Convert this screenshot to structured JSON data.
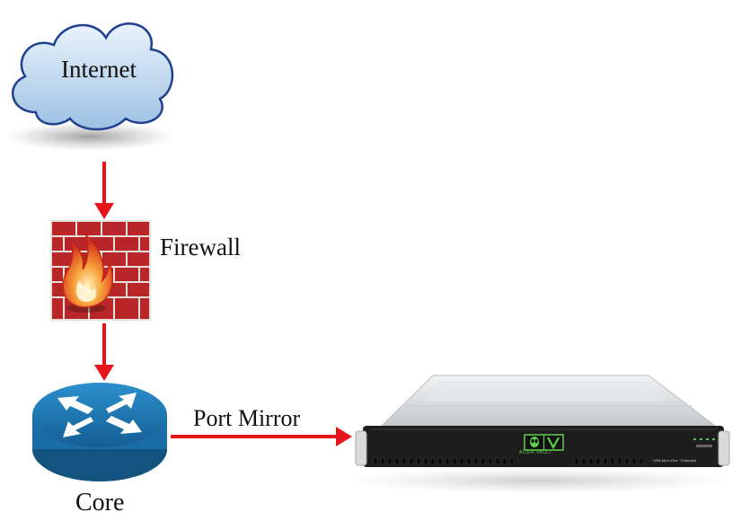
{
  "nodes": {
    "internet": {
      "label": "Internet"
    },
    "firewall": {
      "label": "Firewall"
    },
    "core": {
      "label": "Core"
    },
    "appliance": {
      "logo_text": "ALIEN VAULT",
      "model_text": "USM All-in-One · Extended"
    }
  },
  "edges": {
    "port_mirror": {
      "label": "Port Mirror"
    }
  },
  "colors": {
    "arrow": "#e8141b",
    "cloud_fill": "#bcd6ee",
    "cloud_stroke": "#1f3f8f",
    "brick": "#b8262a",
    "mortar": "#e7e0d8",
    "router": "#1c77b3",
    "server_body": "#d9dcdf",
    "server_front": "#1d1d1d",
    "logo_green": "#5fd14a"
  }
}
